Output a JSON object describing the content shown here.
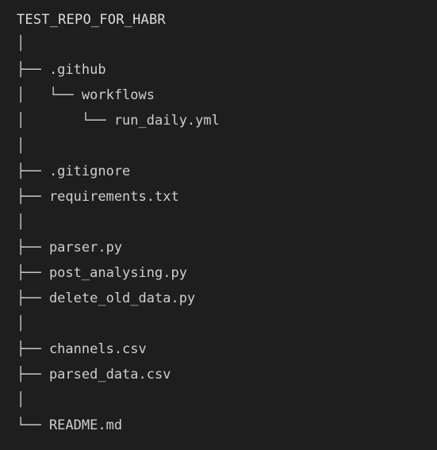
{
  "tree": {
    "root": "TEST_REPO_FOR_HABR",
    "lines": [
      "│",
      "├── .github",
      "│   └── workflows",
      "│       └── run_daily.yml",
      "│",
      "├── .gitignore",
      "├── requirements.txt",
      "│",
      "├── parser.py",
      "├── post_analysing.py",
      "├── delete_old_data.py",
      "│",
      "├── channels.csv",
      "├── parsed_data.csv",
      "│",
      "└── README.md"
    ]
  }
}
